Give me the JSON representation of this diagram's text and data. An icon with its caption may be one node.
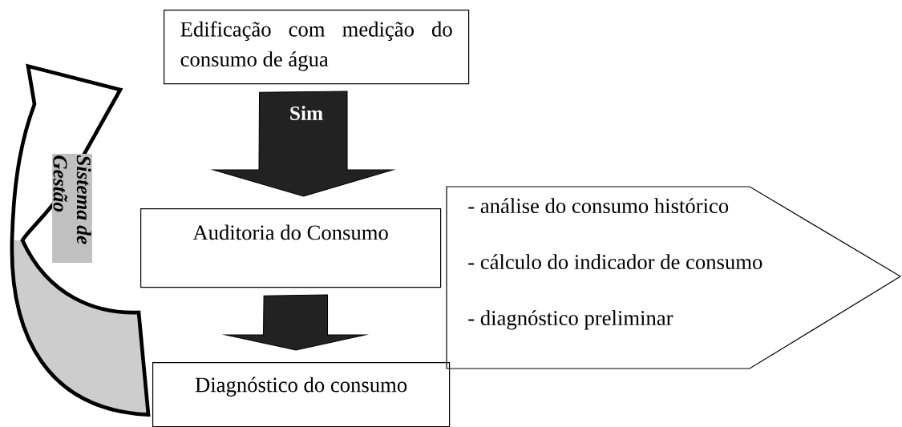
{
  "diagram": {
    "nodes": [
      {
        "text": [
          "Edificação com medição do consumo de água"
        ]
      },
      {
        "text": [
          "Auditoria do Consumo"
        ]
      },
      {
        "text": [
          "Diagnóstico do consumo"
        ]
      },
      {
        "text": [
          "- análise do consumo histórico",
          "- cálculo do indicador de consumo",
          "- diagnóstico preliminar"
        ]
      }
    ],
    "edges": [
      {
        "from": 0,
        "to": 1,
        "arrow": "to",
        "label": "Sim"
      },
      {
        "from": 1,
        "to": 2,
        "arrow": "to"
      },
      {
        "from": 2,
        "to": 0,
        "arrow": "to",
        "label": "Sistema de Gestão"
      }
    ]
  }
}
